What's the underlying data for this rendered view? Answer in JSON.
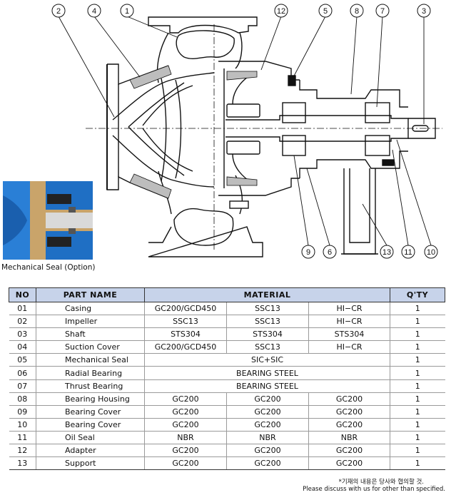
{
  "inset_caption": "Mechanical Seal (Option)",
  "callouts": [
    "1",
    "2",
    "3",
    "4",
    "5",
    "6",
    "7",
    "8",
    "9",
    "10",
    "11",
    "12",
    "13"
  ],
  "table": {
    "headers": {
      "no": "NO",
      "part": "PART NAME",
      "material": "MATERIAL",
      "qty": "Q'TY"
    },
    "rows": [
      {
        "no": "01",
        "name": "Casing",
        "m1": "GC200/GCD450",
        "m2": "SSC13",
        "m3": "HI−CR",
        "qty": "1"
      },
      {
        "no": "02",
        "name": "Impeller",
        "m1": "SSC13",
        "m2": "SSC13",
        "m3": "HI−CR",
        "qty": "1"
      },
      {
        "no": "03",
        "name": "Shaft",
        "m1": "STS304",
        "m2": "STS304",
        "m3": "STS304",
        "qty": "1"
      },
      {
        "no": "04",
        "name": "Suction Cover",
        "m1": "GC200/GCD450",
        "m2": "SSC13",
        "m3": "HI−CR",
        "qty": "1"
      },
      {
        "no": "05",
        "name": "Mechanical Seal",
        "span": "SIC+SIC",
        "qty": "1"
      },
      {
        "no": "06",
        "name": "Radial Bearing",
        "span": "BEARING STEEL",
        "qty": "1"
      },
      {
        "no": "07",
        "name": "Thrust Bearing",
        "span": "BEARING STEEL",
        "qty": "1"
      },
      {
        "no": "08",
        "name": "Bearing Housing",
        "m1": "GC200",
        "m2": "GC200",
        "m3": "GC200",
        "qty": "1"
      },
      {
        "no": "09",
        "name": "Bearing Cover",
        "m1": "GC200",
        "m2": "GC200",
        "m3": "GC200",
        "qty": "1"
      },
      {
        "no": "10",
        "name": "Bearing Cover",
        "m1": "GC200",
        "m2": "GC200",
        "m3": "GC200",
        "qty": "1"
      },
      {
        "no": "11",
        "name": "Oil Seal",
        "m1": "NBR",
        "m2": "NBR",
        "m3": "NBR",
        "qty": "1"
      },
      {
        "no": "12",
        "name": "Adapter",
        "m1": "GC200",
        "m2": "GC200",
        "m3": "GC200",
        "qty": "1"
      },
      {
        "no": "13",
        "name": "Support",
        "m1": "GC200",
        "m2": "GC200",
        "m3": "GC200",
        "qty": "1"
      }
    ]
  },
  "notes": {
    "korean": "*기재의 내용은 당사와 협의할 것.",
    "english": "Please discuss with us for other than specified."
  },
  "colors": {
    "header_fill": "#c7d3ea",
    "inset_blue": "#1f6fc4",
    "inset_tan": "#c9a46a"
  }
}
